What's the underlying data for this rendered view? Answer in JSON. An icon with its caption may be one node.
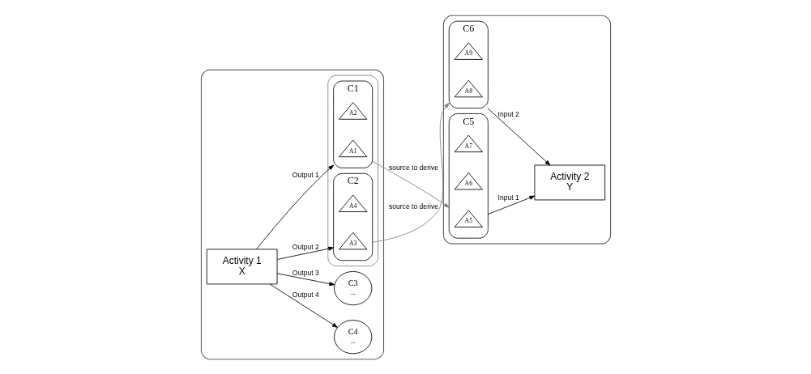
{
  "diagram": {
    "nodes": [
      {
        "text": [],
        "shape": "box"
      },
      {
        "text": [
          "Activity 1",
          "X"
        ],
        "in": 0
      },
      {
        "text": [],
        "shape": "ellipse",
        "in": 0
      },
      {
        "text": [
          "C1"
        ],
        "in": 2
      },
      {
        "text": [
          "A1"
        ],
        "in": 3
      },
      {
        "text": [
          "A2"
        ],
        "in": 3
      },
      {
        "text": [
          "C2"
        ],
        "in": 2
      },
      {
        "text": [
          "A3"
        ],
        "in": 6
      },
      {
        "text": [
          "A4"
        ],
        "in": 6
      },
      {
        "text": [
          "C3",
          ".."
        ],
        "in": 0
      },
      {
        "text": [
          "C4",
          ".."
        ],
        "in": 0
      },
      {
        "text": [],
        "shape": "box"
      },
      {
        "text": [
          "C5"
        ],
        "in": 11
      },
      {
        "text": [
          "A5"
        ],
        "in": 12
      },
      {
        "text": [
          "A6"
        ],
        "in": 12
      },
      {
        "text": [
          "A7"
        ],
        "in": 12
      },
      {
        "text": [
          "C6"
        ],
        "in": 11
      },
      {
        "text": [
          "A8"
        ],
        "in": 16
      },
      {
        "text": [
          "A9"
        ],
        "in": 16
      },
      {
        "text": [
          "Activity 2",
          "Y"
        ],
        "in": 11
      }
    ],
    "edges": [
      {
        "from": 1,
        "to": 3,
        "arrow": "to",
        "label": "Output 1"
      },
      {
        "from": 1,
        "to": 6,
        "arrow": "to",
        "label": "Output 2"
      },
      {
        "from": 1,
        "to": 9,
        "arrow": "to",
        "label": "Output 3"
      },
      {
        "from": 1,
        "to": 10,
        "arrow": "to",
        "label": "Output 4"
      },
      {
        "from": 3,
        "to": 12,
        "arrow": "to",
        "label": "source to derive",
        "color": "#808080"
      },
      {
        "from": 6,
        "to": 16,
        "arrow": "to",
        "label": "source to derive",
        "color": "#808080"
      },
      {
        "from": 12,
        "to": 19,
        "arrow": "to",
        "label": "Input 1"
      },
      {
        "from": 16,
        "to": 19,
        "arrow": "to",
        "label": "Input 2"
      }
    ]
  }
}
